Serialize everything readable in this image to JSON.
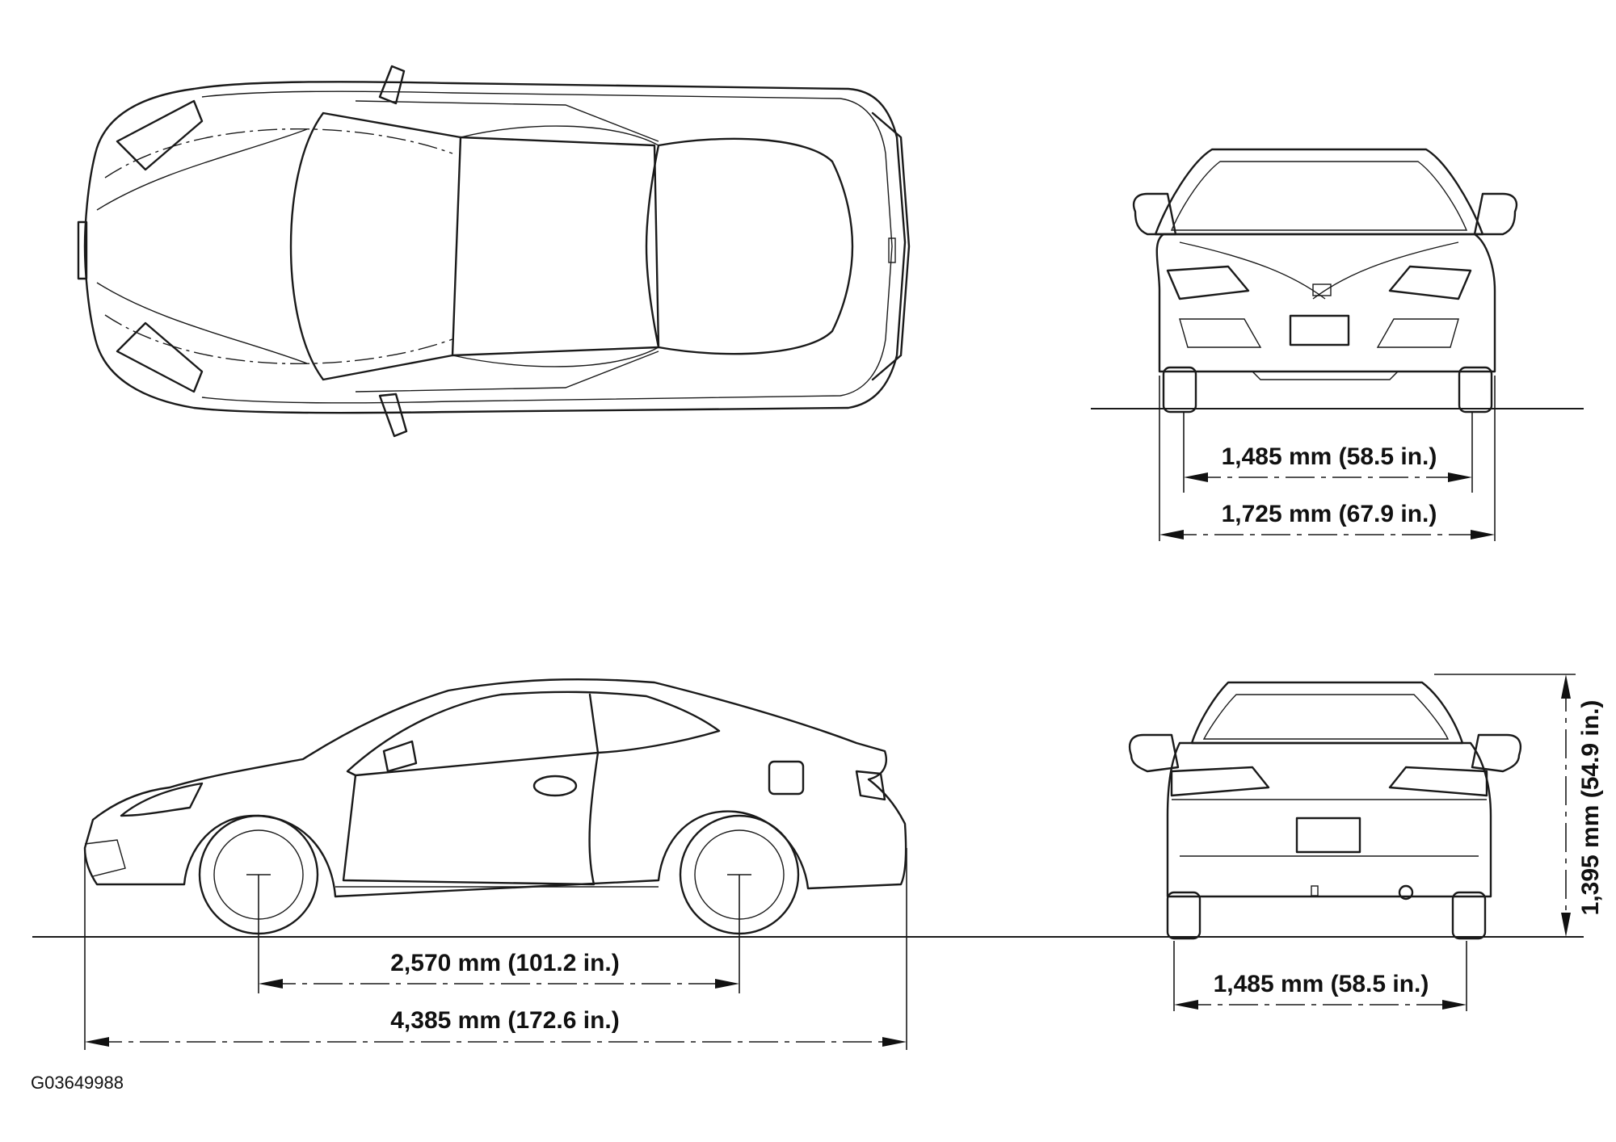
{
  "diagram": {
    "front_view": {
      "track": "1,485 mm (58.5 in.)",
      "width": "1,725 mm (67.9 in.)"
    },
    "side_view": {
      "wheelbase": "2,570 mm (101.2 in.)",
      "length": "4,385 mm (172.6 in.)"
    },
    "rear_view": {
      "track": "1,485 mm (58.5 in.)",
      "height": "1,395 mm (54.9 in.)"
    },
    "figure_code": "G03649988"
  }
}
